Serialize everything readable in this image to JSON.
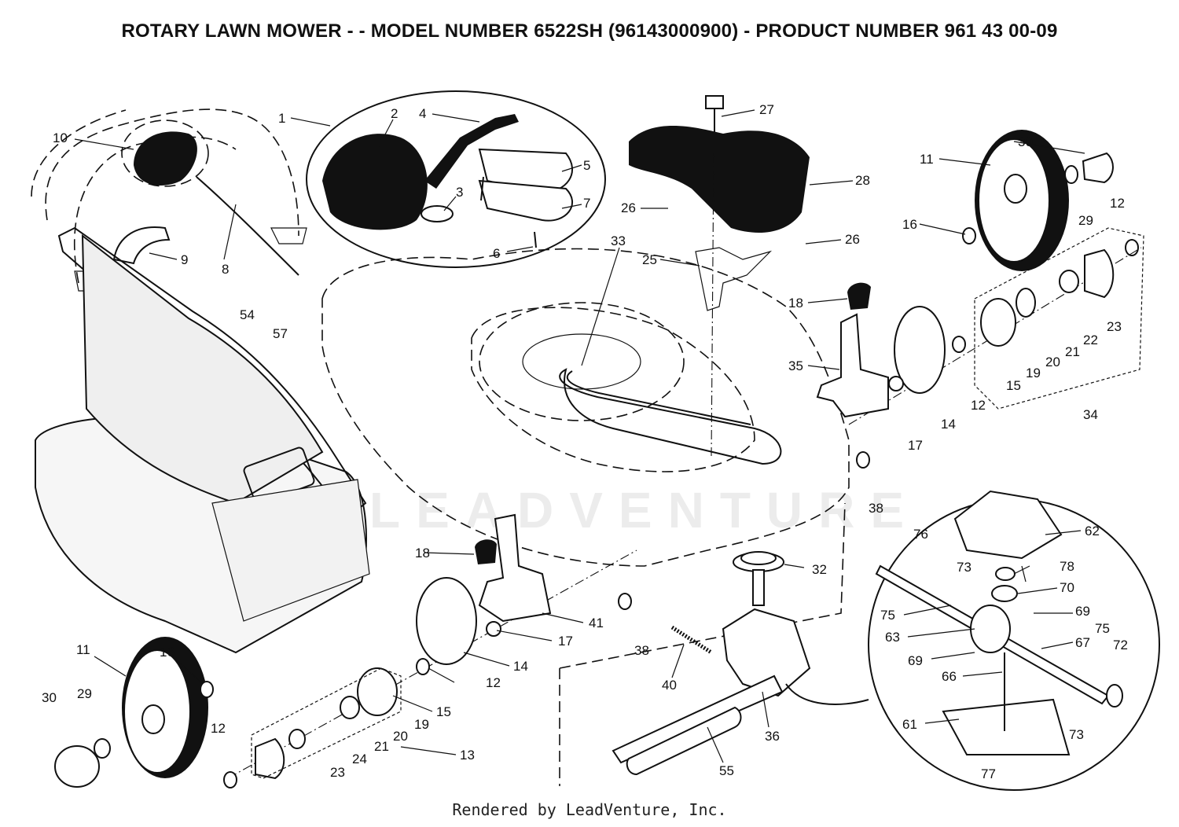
{
  "title": "ROTARY LAWN MOWER - - MODEL NUMBER  6522SH  (96143000900) - PRODUCT NUMBER 961 43 00-09",
  "footer": "Rendered by LeadVenture, Inc.",
  "watermark": "LEADVENTURE",
  "callouts": {
    "c1": "1",
    "c2": "2",
    "c3": "3",
    "c4": "4",
    "c5": "5",
    "c6": "6",
    "c7": "7",
    "c8": "8",
    "c9": "9",
    "c10": "10",
    "c11a": "11",
    "c11b": "11",
    "c12a": "12",
    "c12b": "12",
    "c12c": "12",
    "c12d": "12",
    "c13": "13",
    "c14a": "14",
    "c14b": "14",
    "c15a": "15",
    "c15b": "15",
    "c16a": "16",
    "c16b": "16",
    "c17a": "17",
    "c17b": "17",
    "c18a": "18",
    "c18b": "18",
    "c19a": "19",
    "c19b": "19",
    "c20a": "20",
    "c20b": "20",
    "c21a": "21",
    "c21b": "21",
    "c22": "22",
    "c23a": "23",
    "c23b": "23",
    "c24": "24",
    "c25": "25",
    "c26a": "26",
    "c26b": "26",
    "c27": "27",
    "c28": "28",
    "c29a": "29",
    "c29b": "29",
    "c30a": "30",
    "c30b": "30",
    "c32": "32",
    "c33": "33",
    "c34": "34",
    "c35": "35",
    "c36": "36",
    "c38a": "38",
    "c38b": "38",
    "c40": "40",
    "c41": "41",
    "c54": "54",
    "c55": "55",
    "c57": "57",
    "c61": "61",
    "c62": "62",
    "c63": "63",
    "c66": "66",
    "c67": "67",
    "c69a": "69",
    "c69b": "69",
    "c70": "70",
    "c72": "72",
    "c73a": "73",
    "c73b": "73",
    "c75a": "75",
    "c75b": "75",
    "c76": "76",
    "c77": "77",
    "c78": "78"
  }
}
